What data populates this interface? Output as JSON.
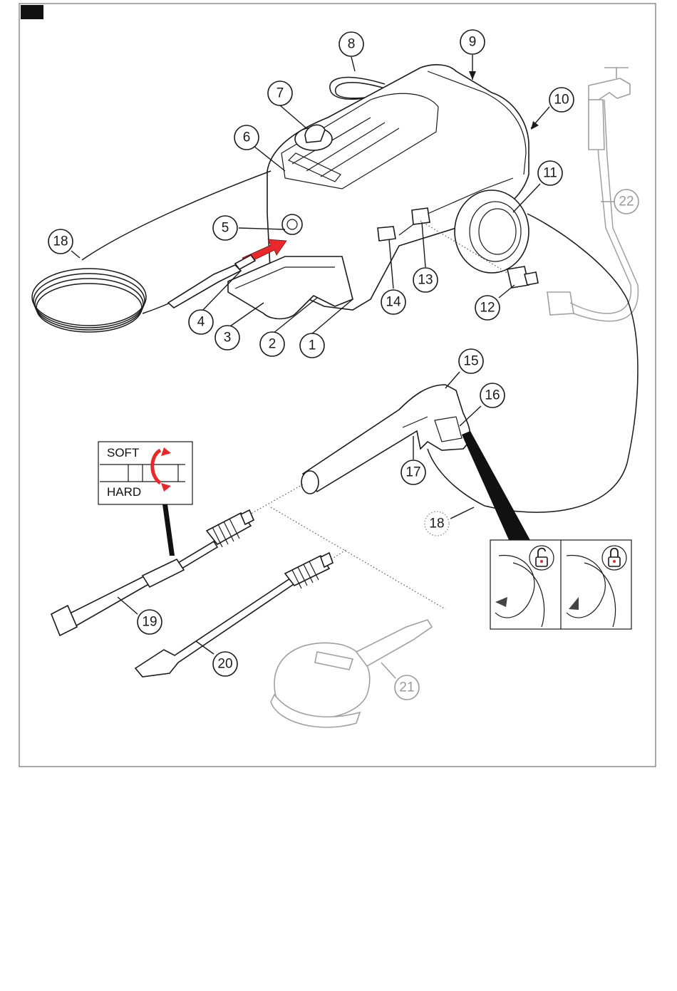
{
  "figure": {
    "callouts": [
      {
        "label": "1"
      },
      {
        "label": "2"
      },
      {
        "label": "3"
      },
      {
        "label": "4"
      },
      {
        "label": "5"
      },
      {
        "label": "6"
      },
      {
        "label": "7"
      },
      {
        "label": "8"
      },
      {
        "label": "9"
      },
      {
        "label": "10"
      },
      {
        "label": "11"
      },
      {
        "label": "12"
      },
      {
        "label": "13"
      },
      {
        "label": "14"
      },
      {
        "label": "15"
      },
      {
        "label": "16"
      },
      {
        "label": "17"
      },
      {
        "label": "18"
      },
      {
        "label": "18"
      },
      {
        "label": "19"
      },
      {
        "label": "20"
      },
      {
        "label": "21"
      },
      {
        "label": "22"
      }
    ],
    "nozzle_inset": {
      "soft_label": "SOFT",
      "hard_label": "HARD"
    },
    "colors": {
      "accent_arrow": "#e8282b",
      "line": "#1a1a1a",
      "optional_part": "#9a9a9a"
    },
    "icons": [
      "unlocked-padlock-icon",
      "locked-padlock-icon",
      "rotate-arrows-icon"
    ]
  }
}
